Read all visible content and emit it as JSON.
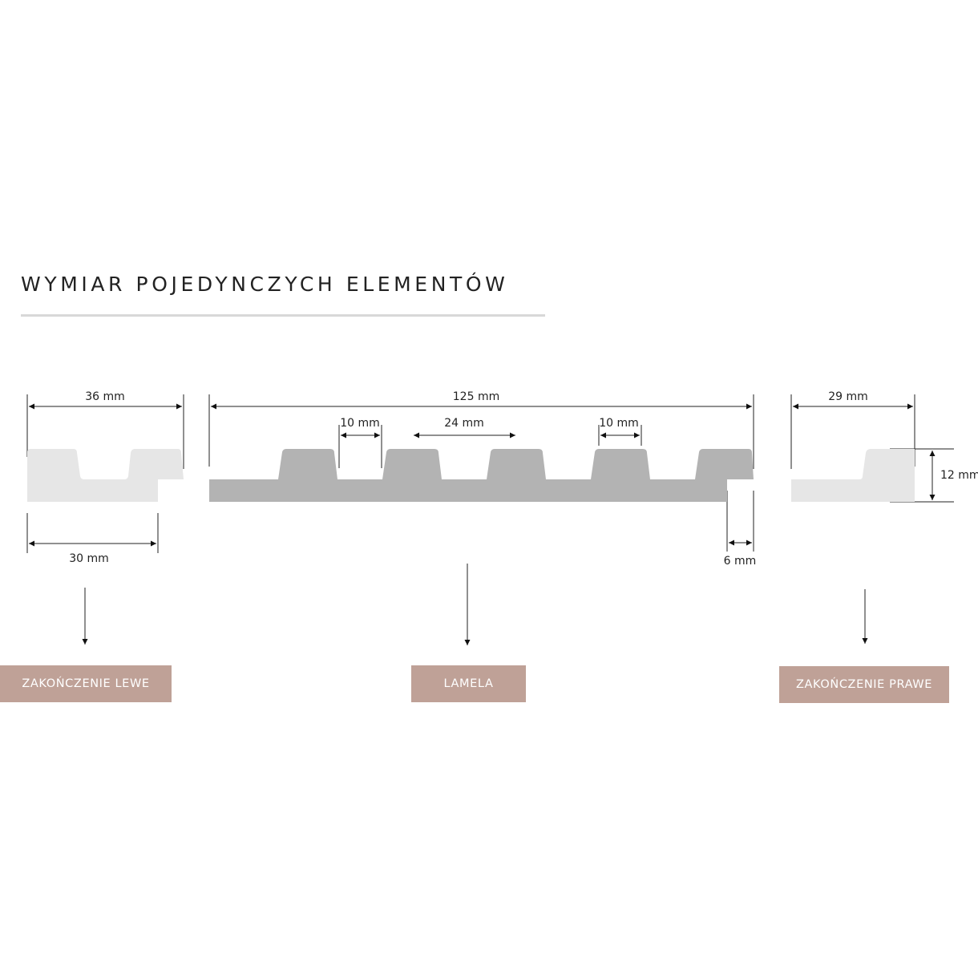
{
  "title": "WYMIAR POJEDYNCZYCH ELEMENTÓW",
  "left_piece": {
    "width_top": "36 mm",
    "width_bottom": "30 mm",
    "label": "ZAKOŃCZENIE LEWE"
  },
  "lamela": {
    "width": "125 mm",
    "gap_left": "10 mm",
    "rib": "24 mm",
    "gap_right": "10 mm",
    "tongue": "6 mm",
    "label": "LAMELA"
  },
  "right_piece": {
    "width": "29 mm",
    "height": "12 mm",
    "label": "ZAKOŃCZENIE PRAWE"
  },
  "colors": {
    "label_bg": "#bfa197",
    "light_profile": "#e6e6e6",
    "lamela_profile": "#b3b3b3"
  }
}
